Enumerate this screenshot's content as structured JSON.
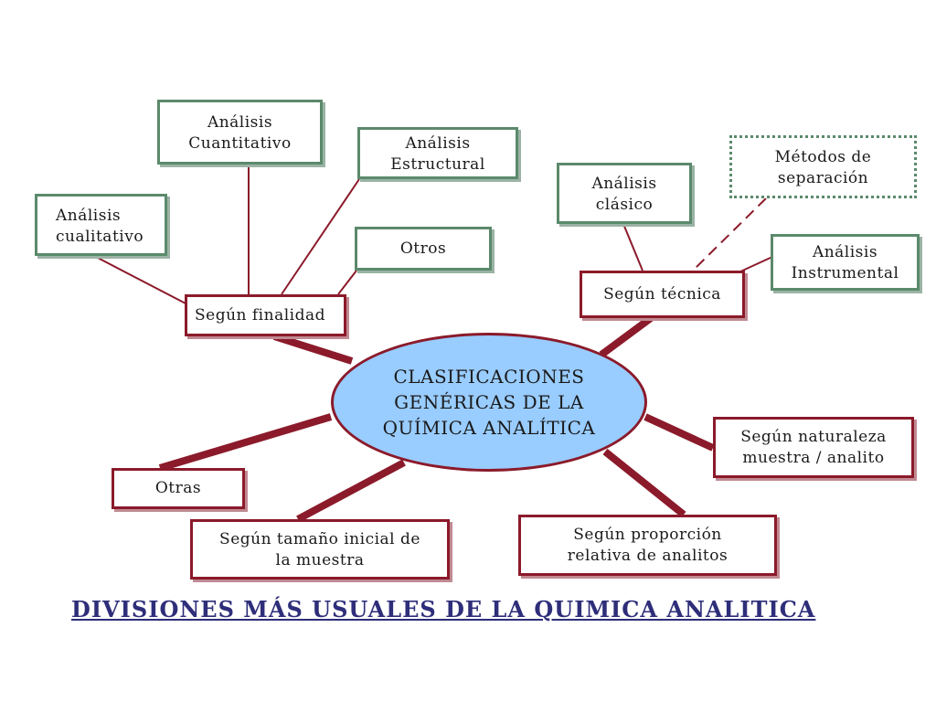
{
  "center": {
    "lines": [
      "CLASIFICACIONES",
      "GENÉRICAS DE LA",
      "QUÍMICA ANALÍTICA"
    ]
  },
  "nodes": {
    "segun_finalidad": "Según finalidad",
    "segun_tecnica": "Según técnica",
    "analisis_cuantitativo": [
      "Análisis",
      "Cuantitativo"
    ],
    "analisis_estructural": [
      "Análisis",
      "Estructural"
    ],
    "analisis_cualitativo": [
      "Análisis",
      "cualitativo"
    ],
    "otros": "Otros",
    "analisis_clasico": [
      "Análisis",
      "clásico"
    ],
    "metodos_separacion": [
      "Métodos de",
      "separación"
    ],
    "analisis_instrumental": [
      "Análisis",
      "Instrumental"
    ],
    "segun_naturaleza": [
      "Según naturaleza",
      "muestra / analito"
    ],
    "segun_proporcion": [
      "Según proporción",
      "relativa de analitos"
    ],
    "segun_tamano": [
      "Según tamaño inicial de",
      "la muestra"
    ],
    "otras": "Otras"
  },
  "title": "DIVISIONES MÁS USUALES DE LA QUIMICA ANALITICA",
  "colors": {
    "line": "#8b1a2a",
    "green_border": "#5b8a6c",
    "ellipse_fill": "#99ccff",
    "title": "#2e2e7a"
  }
}
